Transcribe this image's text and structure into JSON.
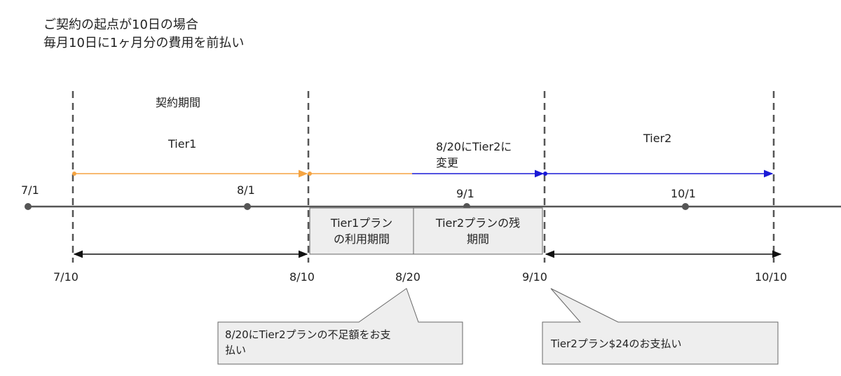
{
  "header": {
    "line1": "ご契約の起点が10日の場合",
    "line2": "毎月10日に1ヶ月分の費用を前払い"
  },
  "labels": {
    "contract_period": "契約期間",
    "tier1": "Tier1",
    "change_line1": "8/20にTier2に",
    "change_line2": "変更",
    "tier2": "Tier2"
  },
  "months": [
    "7/1",
    "8/1",
    "9/1",
    "10/1"
  ],
  "billing_dates": [
    "7/10",
    "8/10",
    "8/20",
    "9/10",
    "10/10"
  ],
  "boxes": {
    "tier1_usage_line1": "Tier1プラン",
    "tier1_usage_line2": "の利用期間",
    "tier2_remaining_line1": "Tier2プランの残",
    "tier2_remaining_line2": "期間"
  },
  "callouts": {
    "shortfall_line1": "8/20にTier2プランの不足額をお支",
    "shortfall_line2": "払い",
    "tier2_payment": "Tier2プラン$24のお支払い"
  },
  "colors": {
    "tier1": "#f5a442",
    "tier2": "#1a1ad6",
    "timeline": "#555555",
    "dashed": "#555555",
    "box_fill": "#eeeeee",
    "box_border": "#666666"
  }
}
